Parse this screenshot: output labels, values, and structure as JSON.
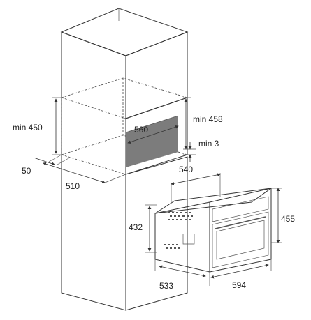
{
  "diagram": {
    "labels": {
      "min_450": "min 450",
      "min_458": "min 458",
      "dim_560": "560",
      "min_3": "min 3",
      "dim_50": "50",
      "dim_510": "510",
      "dim_540": "540",
      "dim_432": "432",
      "dim_455": "455",
      "dim_533": "533",
      "dim_594": "594"
    },
    "colors": {
      "cabinet_fill": "#eeeeee",
      "cabinet_side": "#e2e2e2",
      "cavity_dark": "#8a8a8a",
      "oven_body": "#dcdcdc",
      "oven_front": "#c8c8c8",
      "stroke": "#333333"
    }
  }
}
